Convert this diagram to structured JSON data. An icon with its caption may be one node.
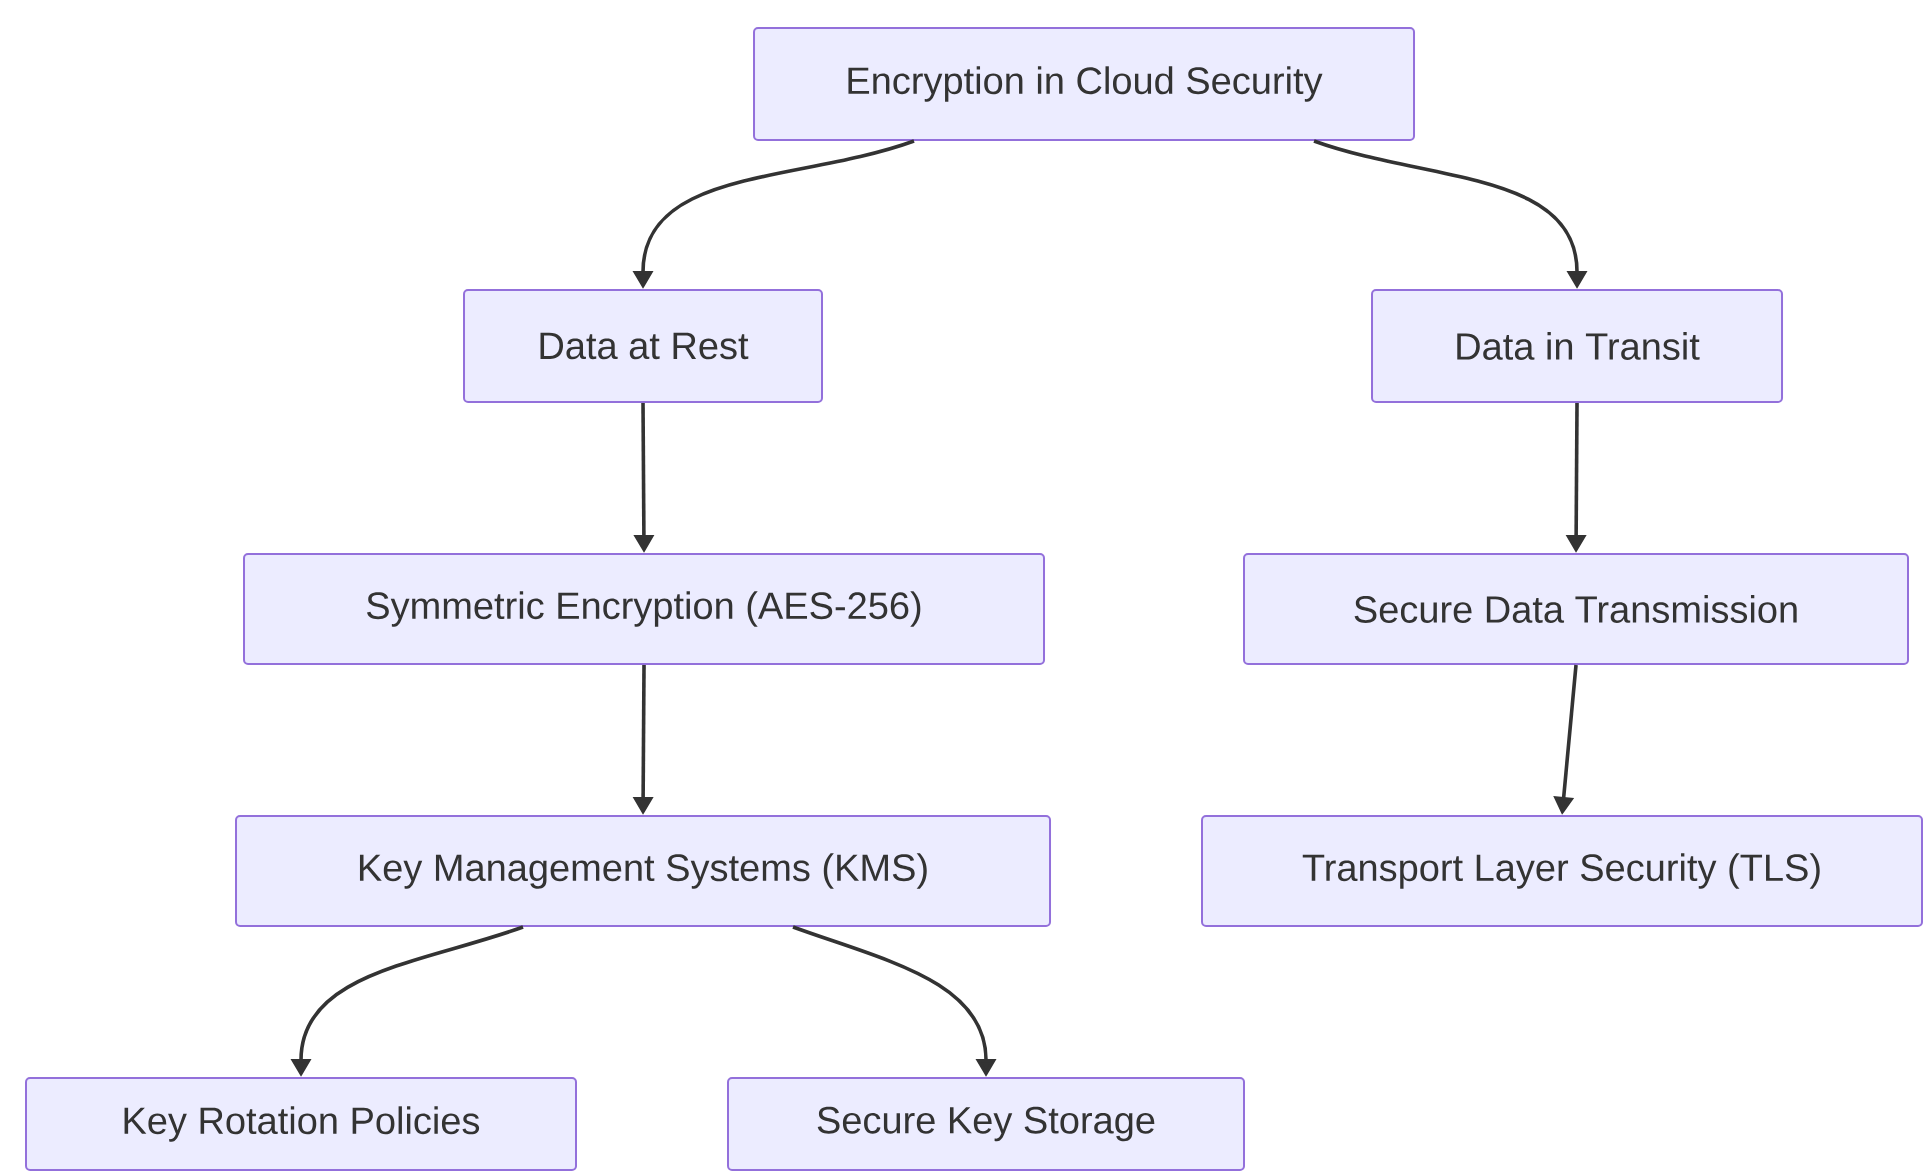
{
  "diagram": {
    "nodes": [
      {
        "text": [
          "Encryption in Cloud Security"
        ]
      },
      {
        "text": [
          "Data at Rest"
        ]
      },
      {
        "text": [
          "Data in Transit"
        ]
      },
      {
        "text": [
          "Symmetric Encryption (AES-256)"
        ]
      },
      {
        "text": [
          "Secure Data Transmission"
        ]
      },
      {
        "text": [
          "Key Management Systems (KMS)"
        ]
      },
      {
        "text": [
          "Transport Layer Security (TLS)"
        ]
      },
      {
        "text": [
          "Key Rotation Policies"
        ]
      },
      {
        "text": [
          "Secure Key Storage"
        ]
      }
    ],
    "edges": [
      {
        "from": 0,
        "to": 1,
        "arrow": "to"
      },
      {
        "from": 0,
        "to": 2,
        "arrow": "to"
      },
      {
        "from": 1,
        "to": 3,
        "arrow": "to"
      },
      {
        "from": 2,
        "to": 4,
        "arrow": "to"
      },
      {
        "from": 3,
        "to": 5,
        "arrow": "to"
      },
      {
        "from": 4,
        "to": 6,
        "arrow": "to"
      },
      {
        "from": 5,
        "to": 7,
        "arrow": "to"
      },
      {
        "from": 5,
        "to": 8,
        "arrow": "to"
      }
    ]
  }
}
